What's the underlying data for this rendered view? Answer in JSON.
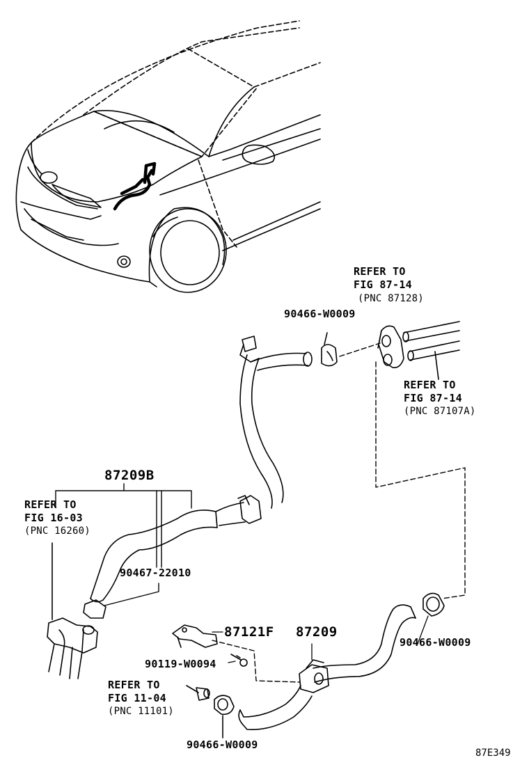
{
  "parts": {
    "p87209B": "87209B",
    "p90467_22010": "90467-22010",
    "p87121F": "87121F",
    "p87209": "87209",
    "p90119_W0094": "90119-W0094",
    "p90466_top": "90466-W0009",
    "p90466_right": "90466-W0009",
    "p90466_bottom": "90466-W0009"
  },
  "refs": {
    "ref_87128": {
      "line1": "REFER TO",
      "line2": "FIG 87-14",
      "line3": "(PNC 87128)"
    },
    "ref_87107A": {
      "line1": "REFER TO",
      "line2": "FIG 87-14",
      "line3": "(PNC 87107A)"
    },
    "ref_16260": {
      "line1": "REFER TO",
      "line2": "FIG 16-03",
      "line3": "(PNC 16260)"
    },
    "ref_11101": {
      "line1": "REFER TO",
      "line2": "FIG 11-04",
      "line3": "(PNC 11101)"
    }
  },
  "diagram_code": "87E349"
}
